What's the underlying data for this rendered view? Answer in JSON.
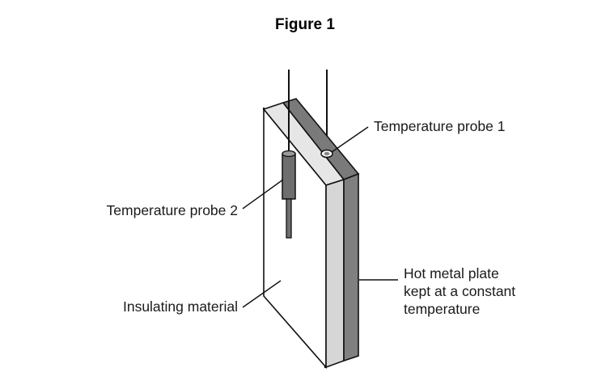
{
  "figure": {
    "title": "Figure 1",
    "labels": {
      "probe1": "Temperature probe 1",
      "probe2": "Temperature probe 2",
      "insulating": "Insulating material",
      "hot_plate_line1": "Hot metal plate",
      "hot_plate_line2": "kept at a constant",
      "hot_plate_line3": "temperature"
    }
  }
}
